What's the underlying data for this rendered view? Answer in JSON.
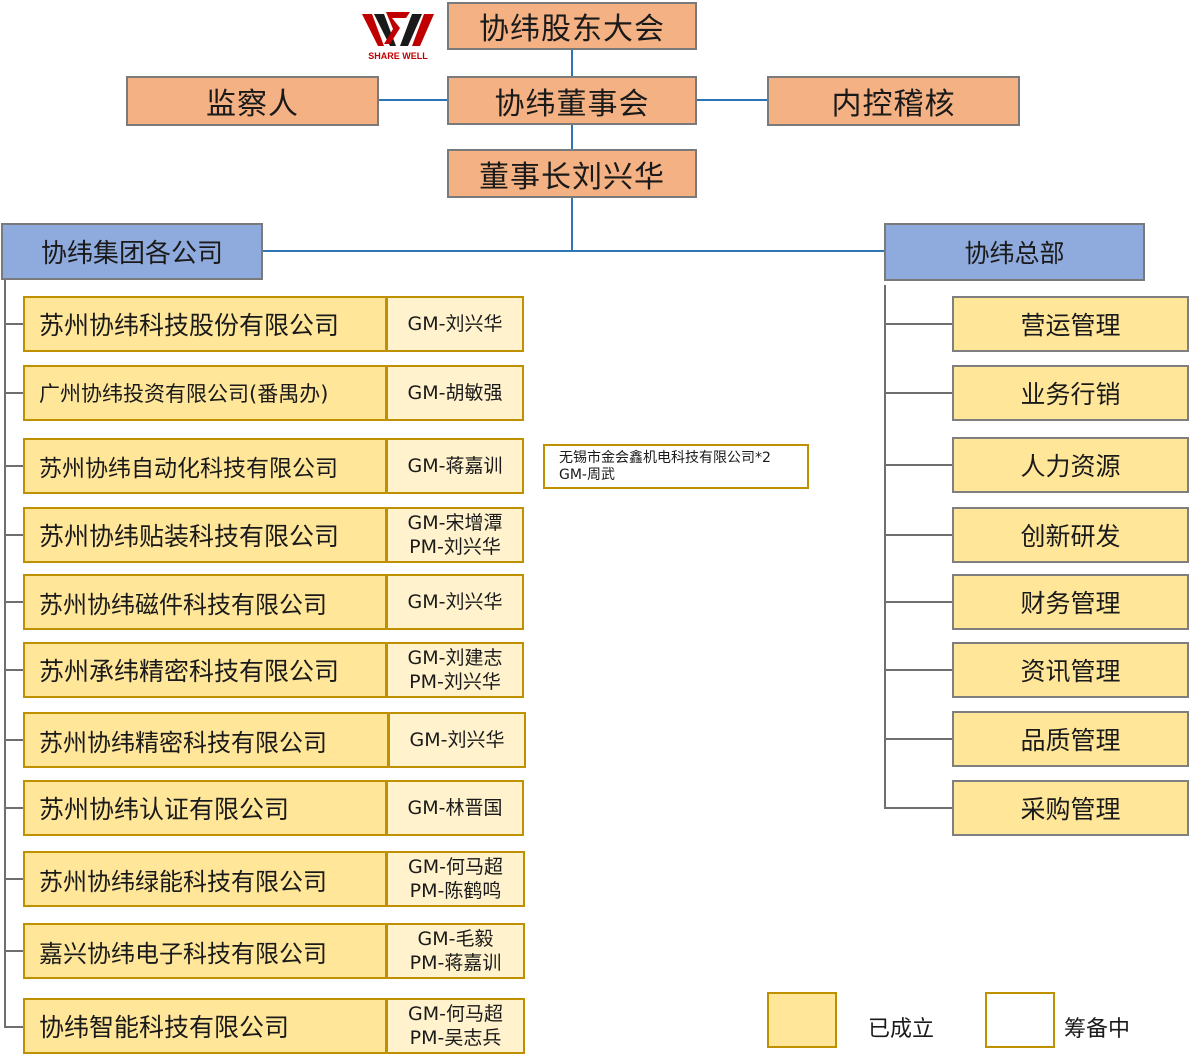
{
  "logo": {
    "text": "SHARE WELL",
    "color": "#c00000"
  },
  "top": {
    "shareholders": "协纬股东大会",
    "supervisor": "监察人",
    "board": "协纬董事会",
    "audit": "内控稽核",
    "chairman": "董事长刘兴华"
  },
  "group": {
    "title": "协纬集团各公司",
    "companies": [
      {
        "name": "苏州协纬科技股份有限公司",
        "gm": [
          "GM-刘兴华"
        ]
      },
      {
        "name": "广州协纬投资有限公司(番禺办)",
        "gm": [
          "GM-胡敏强"
        ]
      },
      {
        "name": "苏州协纬自动化科技有限公司",
        "gm": [
          "GM-蒋嘉训"
        ]
      },
      {
        "name": "苏州协纬贴装科技有限公司",
        "gm": [
          "GM-宋增潭",
          "PM-刘兴华"
        ]
      },
      {
        "name": "苏州协纬磁件科技有限公司",
        "gm": [
          "GM-刘兴华"
        ]
      },
      {
        "name": "苏州承纬精密科技有限公司",
        "gm": [
          "GM-刘建志",
          "PM-刘兴华"
        ]
      },
      {
        "name": "苏州协纬精密科技有限公司",
        "gm": [
          "GM-刘兴华"
        ]
      },
      {
        "name": "苏州协纬认证有限公司",
        "gm": [
          "GM-林晋国"
        ]
      },
      {
        "name": "苏州协纬绿能科技有限公司",
        "gm": [
          "GM-何马超",
          "PM-陈鹤鸣"
        ]
      },
      {
        "name": "嘉兴协纬电子科技有限公司",
        "gm": [
          "GM-毛毅",
          "PM-蒋嘉训"
        ]
      },
      {
        "name": "协纬智能科技有限公司",
        "gm": [
          "GM-何马超",
          "PM-吴志兵"
        ]
      }
    ],
    "subsidiary": {
      "line1": "无锡市金会鑫机电科技有限公司*2",
      "line2": "GM-周武"
    }
  },
  "hq": {
    "title": "协纬总部",
    "departments": [
      "营运管理",
      "业务行销",
      "人力资源",
      "创新研发",
      "财务管理",
      "资讯管理",
      "品质管理",
      "采购管理"
    ]
  },
  "legend": {
    "established": "已成立",
    "preparing": "筹备中"
  },
  "colors": {
    "top_box": "#f4b183",
    "section_box": "#8faadc",
    "established_fill": "#ffe699",
    "gm_fill": "#fff2cc",
    "border_gold": "#bf9000",
    "connector_blue": "#2e75b6"
  }
}
